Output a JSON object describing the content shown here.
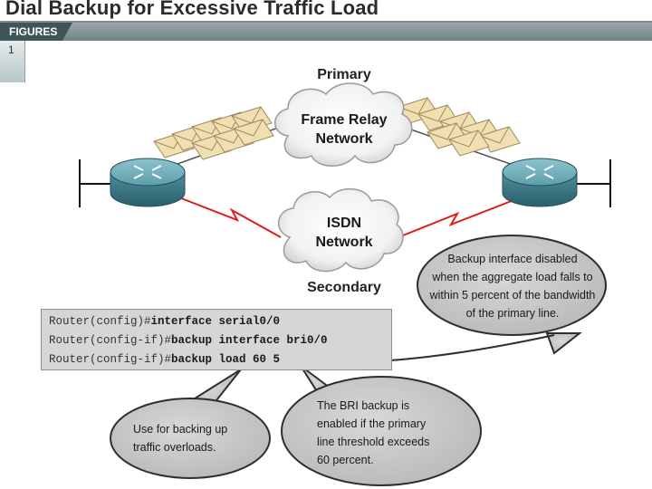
{
  "header": {
    "title": "Dial Backup for Excessive Traffic Load",
    "tab_label": "FIGURES",
    "figure_number": "1"
  },
  "diagram": {
    "primary_label": "Primary",
    "primary_cloud": {
      "line1": "Frame Relay",
      "line2": "Network"
    },
    "secondary_cloud": {
      "line1": "ISDN",
      "line2": "Network"
    },
    "secondary_label": "Secondary"
  },
  "cli": {
    "lines": [
      {
        "prompt": "Router(config)#",
        "command": "interface serial0/0"
      },
      {
        "prompt": "Router(config-if)#",
        "command": "backup interface bri0/0"
      },
      {
        "prompt": "Router(config-if)#",
        "command": "backup load 60 5"
      }
    ]
  },
  "callouts": {
    "disable": [
      "Backup interface disabled",
      "when the aggregate load falls to",
      "within 5 percent of the bandwidth",
      "of the primary line."
    ],
    "use": [
      "Use for backing up",
      "traffic overloads."
    ],
    "enable": [
      "The BRI backup is",
      "enabled if the primary",
      "line threshold exceeds",
      "60 percent."
    ]
  },
  "colors": {
    "callout_fill": "#c4c4c4",
    "link_red": "#e01b1b",
    "router_teal": "#3e7e8c",
    "cli_background": "#d6d6d6",
    "figures_tab": "#3e5657"
  }
}
